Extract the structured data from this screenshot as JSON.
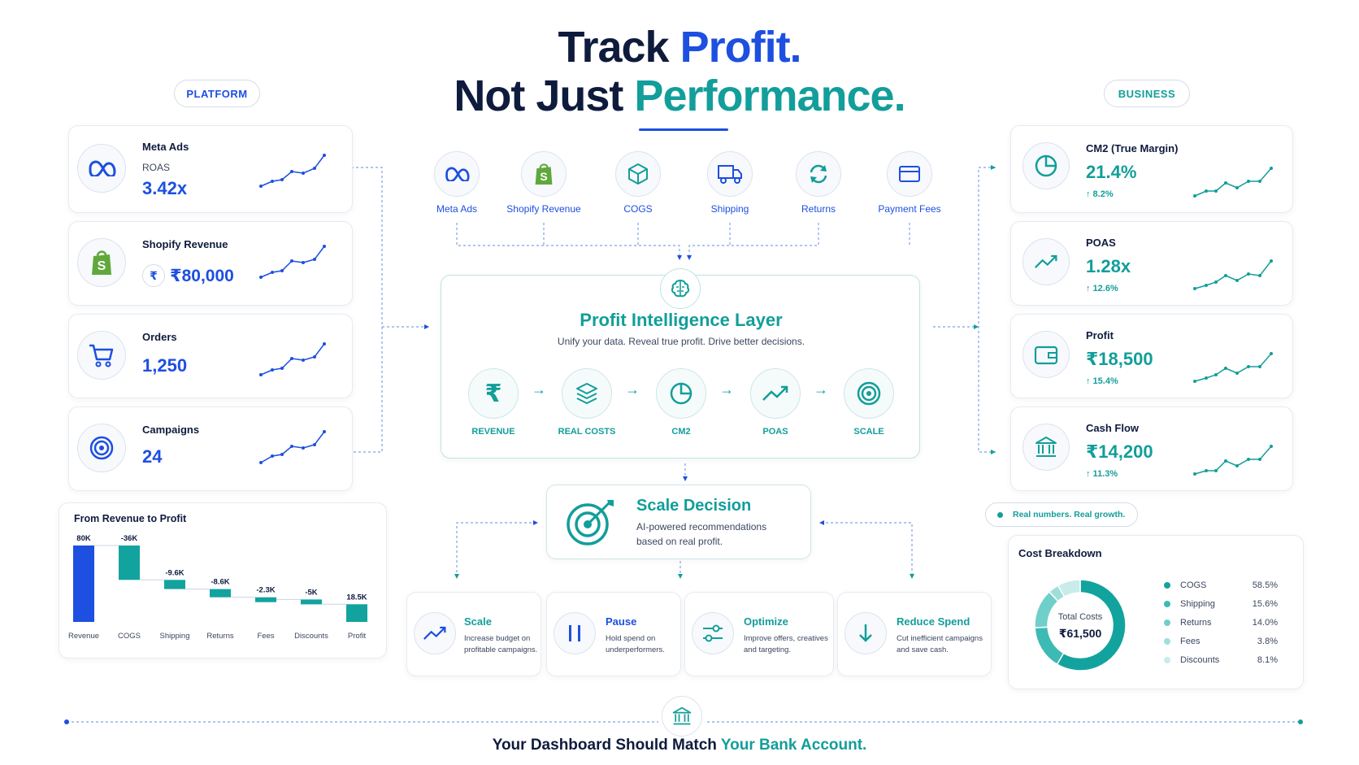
{
  "header": {
    "line1_a": "Track ",
    "line1_b": "Profit.",
    "line2_a": "Not Just ",
    "line2_b": "Performance."
  },
  "pills": {
    "platform": "PLATFORM",
    "business": "BUSINESS"
  },
  "platform_cards": [
    {
      "title": "Meta Ads",
      "sub": "ROAS",
      "value": "3.42x",
      "icon": "meta-icon"
    },
    {
      "title": "Shopify Revenue",
      "value": "₹80,000",
      "currency": "₹",
      "icon": "shopify-icon"
    },
    {
      "title": "Orders",
      "value": "1,250",
      "icon": "cart-icon"
    },
    {
      "title": "Campaigns",
      "value": "24",
      "icon": "target-icon"
    }
  ],
  "sources": [
    {
      "label": "Meta Ads",
      "icon": "meta-icon"
    },
    {
      "label": "Shopify Revenue",
      "icon": "shopify-icon"
    },
    {
      "label": "COGS",
      "icon": "box-icon"
    },
    {
      "label": "Shipping",
      "icon": "truck-icon"
    },
    {
      "label": "Returns",
      "icon": "refresh-icon"
    },
    {
      "label": "Payment Fees",
      "icon": "card-icon"
    }
  ],
  "intelligence": {
    "title": "Profit Intelligence Layer",
    "subtitle": "Unify your data. Reveal true profit. Drive better decisions.",
    "steps": [
      "REVENUE",
      "REAL COSTS",
      "CM2",
      "POAS",
      "SCALE"
    ]
  },
  "decision": {
    "title": "Scale Decision",
    "desc1": "AI-powered recommendations",
    "desc2": "based on real profit."
  },
  "actions": [
    {
      "title": "Scale",
      "d1": "Increase budget on",
      "d2": "profitable campaigns.",
      "icon": "trend-up-icon"
    },
    {
      "title": "Pause",
      "d1": "Hold spend on",
      "d2": "underperformers.",
      "icon": "pause-icon"
    },
    {
      "title": "Optimize",
      "d1": "Improve offers, creatives",
      "d2": "and targeting.",
      "icon": "sliders-icon"
    },
    {
      "title": "Reduce Spend",
      "d1": "Cut inefficient campaigns",
      "d2": "and save cash.",
      "icon": "arrow-down-icon"
    }
  ],
  "business_cards": [
    {
      "title": "CM2 (True Margin)",
      "value": "21.4%",
      "delta": "↑  8.2%",
      "icon": "pie-icon"
    },
    {
      "title": "POAS",
      "value": "1.28x",
      "delta": "↑  12.6%",
      "icon": "trend-up-icon"
    },
    {
      "title": "Profit",
      "value": "₹18,500",
      "delta": "↑  15.4%",
      "icon": "wallet-icon"
    },
    {
      "title": "Cash Flow",
      "value": "₹14,200",
      "delta": "↑  11.3%",
      "icon": "bank-icon"
    }
  ],
  "badge": "Real numbers. Real growth.",
  "waterfall": {
    "title": "From Revenue to Profit",
    "categories": [
      "Revenue",
      "COGS",
      "Shipping",
      "Returns",
      "Fees",
      "Discounts",
      "Profit"
    ],
    "labels": [
      "80K",
      "-36K",
      "-9.6K",
      "-8.6K",
      "-2.3K",
      "-5K",
      "18.5K"
    ],
    "values": [
      80,
      -36,
      -9.6,
      -8.6,
      -2.3,
      -5,
      18.5
    ]
  },
  "cost_breakdown": {
    "title": "Cost Breakdown",
    "center_label": "Total Costs",
    "center_value": "₹61,500",
    "items": [
      {
        "name": "COGS",
        "pct": "58.5%",
        "value": 58.5,
        "color": "#13a39e"
      },
      {
        "name": "Shipping",
        "pct": "15.6%",
        "value": 15.6,
        "color": "#3dbab4"
      },
      {
        "name": "Returns",
        "pct": "14.0%",
        "value": 14.0,
        "color": "#6fcfc9"
      },
      {
        "name": "Fees",
        "pct": "3.8%",
        "value": 3.8,
        "color": "#9fdfda"
      },
      {
        "name": "Discounts",
        "pct": "8.1%",
        "value": 8.1,
        "color": "#c7ecea"
      }
    ]
  },
  "footer": {
    "a": "Your Dashboard Should Match ",
    "b": "Your Bank Account."
  },
  "colors": {
    "blue": "#1d4fe0",
    "teal": "#129e9a",
    "navy": "#0f1b3d"
  }
}
